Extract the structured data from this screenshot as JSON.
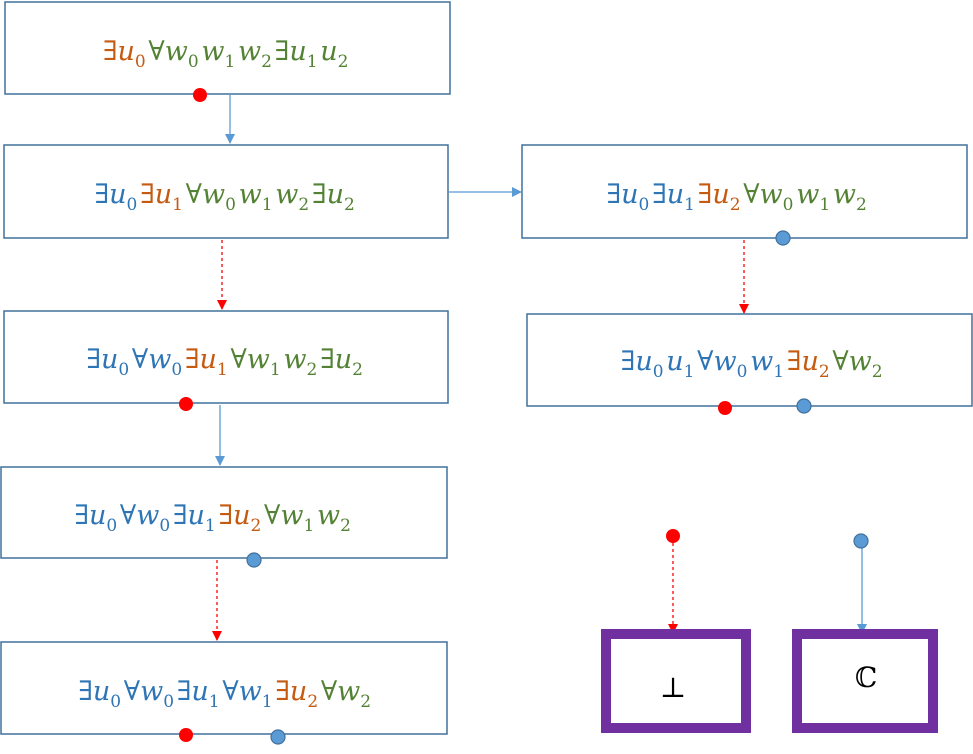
{
  "colors": {
    "box_border": "#41719c",
    "blue": "#2e75b6",
    "orange": "#c55a11",
    "green": "#548235",
    "solid_arrow": "#5b9bd5",
    "dashed_arrow": "#ff0000",
    "red_dot": "#ff0000",
    "blue_dot": "#5b9bd5",
    "terminal_border": "#7030a0"
  },
  "boxes": [
    {
      "id": "box-1",
      "segments": [
        {
          "t": "∃",
          "c": "orange"
        },
        {
          "t": "u",
          "c": "orange",
          "s": "0"
        },
        {
          "t": "∀",
          "c": "green"
        },
        {
          "t": "w",
          "c": "green",
          "s": "0"
        },
        {
          "t": "w",
          "c": "green",
          "s": "1"
        },
        {
          "t": "w",
          "c": "green",
          "s": "2"
        },
        {
          "t": "∃",
          "c": "green"
        },
        {
          "t": "u",
          "c": "green",
          "s": "1"
        },
        {
          "t": "u",
          "c": "green",
          "s": "2"
        }
      ]
    },
    {
      "id": "box-2",
      "segments": [
        {
          "t": "∃",
          "c": "blue"
        },
        {
          "t": "u",
          "c": "blue",
          "s": "0"
        },
        {
          "t": "∃",
          "c": "orange"
        },
        {
          "t": "u",
          "c": "orange",
          "s": "1"
        },
        {
          "t": "∀",
          "c": "green"
        },
        {
          "t": "w",
          "c": "green",
          "s": "0"
        },
        {
          "t": "w",
          "c": "green",
          "s": "1"
        },
        {
          "t": "w",
          "c": "green",
          "s": "2"
        },
        {
          "t": "∃",
          "c": "green"
        },
        {
          "t": "u",
          "c": "green",
          "s": "2"
        }
      ]
    },
    {
      "id": "box-3",
      "segments": [
        {
          "t": "∃",
          "c": "blue"
        },
        {
          "t": "u",
          "c": "blue",
          "s": "0"
        },
        {
          "t": "∀",
          "c": "blue"
        },
        {
          "t": "w",
          "c": "blue",
          "s": "0"
        },
        {
          "t": "∃",
          "c": "orange"
        },
        {
          "t": "u",
          "c": "orange",
          "s": "1"
        },
        {
          "t": "∀",
          "c": "green"
        },
        {
          "t": "w",
          "c": "green",
          "s": "1"
        },
        {
          "t": "w",
          "c": "green",
          "s": "2"
        },
        {
          "t": "∃",
          "c": "green"
        },
        {
          "t": "u",
          "c": "green",
          "s": "2"
        }
      ]
    },
    {
      "id": "box-4",
      "segments": [
        {
          "t": "∃",
          "c": "blue"
        },
        {
          "t": "u",
          "c": "blue",
          "s": "0"
        },
        {
          "t": "∀",
          "c": "blue"
        },
        {
          "t": "w",
          "c": "blue",
          "s": "0"
        },
        {
          "t": "∃",
          "c": "blue"
        },
        {
          "t": "u",
          "c": "blue",
          "s": "1"
        },
        {
          "t": "∃",
          "c": "orange"
        },
        {
          "t": "u",
          "c": "orange",
          "s": "2"
        },
        {
          "t": "∀",
          "c": "green"
        },
        {
          "t": "w",
          "c": "green",
          "s": "1"
        },
        {
          "t": "w",
          "c": "green",
          "s": "2"
        }
      ]
    },
    {
      "id": "box-5",
      "segments": [
        {
          "t": "∃",
          "c": "blue"
        },
        {
          "t": "u",
          "c": "blue",
          "s": "0"
        },
        {
          "t": "∀",
          "c": "blue"
        },
        {
          "t": "w",
          "c": "blue",
          "s": "0"
        },
        {
          "t": "∃",
          "c": "blue"
        },
        {
          "t": "u",
          "c": "blue",
          "s": "1"
        },
        {
          "t": "∀",
          "c": "blue"
        },
        {
          "t": "w",
          "c": "blue",
          "s": "1"
        },
        {
          "t": "∃",
          "c": "orange"
        },
        {
          "t": "u",
          "c": "orange",
          "s": "2"
        },
        {
          "t": "∀",
          "c": "green"
        },
        {
          "t": "w",
          "c": "green",
          "s": "2"
        }
      ]
    },
    {
      "id": "box-6",
      "segments": [
        {
          "t": "∃",
          "c": "blue"
        },
        {
          "t": "u",
          "c": "blue",
          "s": "0"
        },
        {
          "t": "∃",
          "c": "blue"
        },
        {
          "t": "u",
          "c": "blue",
          "s": "1"
        },
        {
          "t": "∃",
          "c": "orange"
        },
        {
          "t": "u",
          "c": "orange",
          "s": "2"
        },
        {
          "t": "∀",
          "c": "green"
        },
        {
          "t": "w",
          "c": "green",
          "s": "0"
        },
        {
          "t": "w",
          "c": "green",
          "s": "1"
        },
        {
          "t": "w",
          "c": "green",
          "s": "2"
        }
      ]
    },
    {
      "id": "box-7",
      "segments": [
        {
          "t": "∃",
          "c": "blue"
        },
        {
          "t": "u",
          "c": "blue",
          "s": "0"
        },
        {
          "t": "u",
          "c": "blue",
          "s": "1"
        },
        {
          "t": "∀",
          "c": "blue"
        },
        {
          "t": "w",
          "c": "blue",
          "s": "0"
        },
        {
          "t": "w",
          "c": "blue",
          "s": "1"
        },
        {
          "t": "∃",
          "c": "orange"
        },
        {
          "t": "u",
          "c": "orange",
          "s": "2"
        },
        {
          "t": "∀",
          "c": "green"
        },
        {
          "t": "w",
          "c": "green",
          "s": "2"
        }
      ]
    }
  ],
  "terminals": {
    "bottom_symbol": "⊥",
    "complex_symbol": "ℂ"
  }
}
